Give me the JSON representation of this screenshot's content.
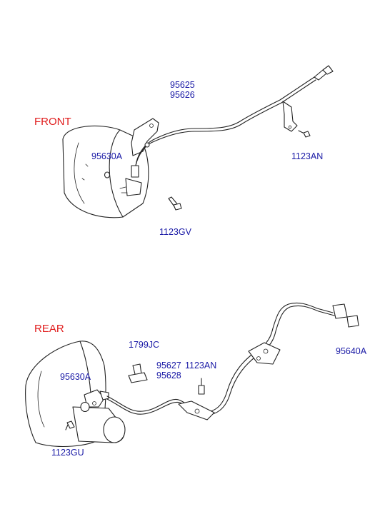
{
  "sections": {
    "front": {
      "title": "FRONT"
    },
    "rear": {
      "title": "REAR"
    }
  },
  "colors": {
    "section_title": "#e01b1b",
    "part_number": "#1a1aa6",
    "line": "#222222"
  },
  "front_labels": {
    "sensor_a": "95625",
    "sensor_b": "95626",
    "oring": "95630A",
    "bolt_bracket": "1123AN",
    "bolt_sensor": "1123GV"
  },
  "rear_labels": {
    "clip": "1799JC",
    "sensor_a": "95627",
    "sensor_b": "95628",
    "bolt_bracket": "1123AN",
    "oring": "95630A",
    "bolt_sensor": "1123GU",
    "connector": "95640A"
  }
}
